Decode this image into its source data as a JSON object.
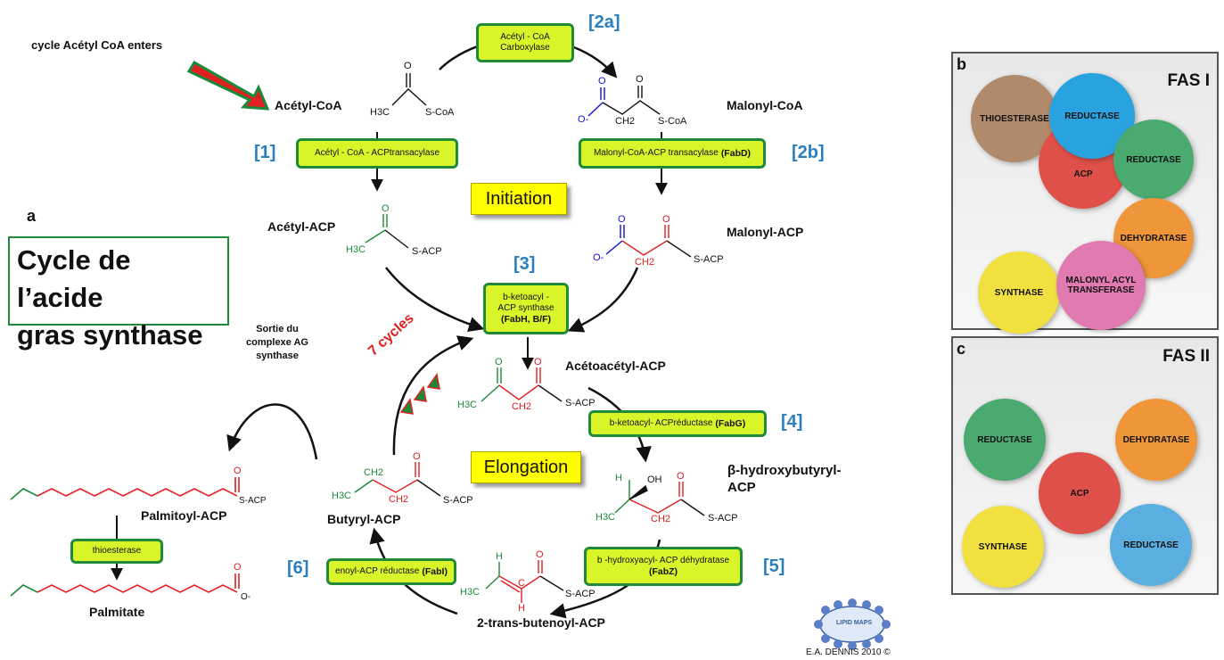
{
  "panel_a": {
    "letter": "a",
    "title_line1": "Cycle de l’acide",
    "title_line2": "gras synthase",
    "entry_text": "cycle Acétyl CoA enters",
    "phases": {
      "initiation": "Initiation",
      "elongation": "Elongation"
    },
    "cycles_label": "7 cycles",
    "exit_line1": "Sortie du",
    "exit_line2": "complexe AG synthase",
    "molecules": {
      "acetyl_coa": "Acétyl-CoA",
      "malonyl_coa": "Malonyl-CoA",
      "acetyl_acp": "Acétyl-ACP",
      "malonyl_acp": "Malonyl-ACP",
      "acetoacetyl_acp": "Acétoacétyl-ACP",
      "hydroxybutyryl_line1": "β-hydroxybutyryl-",
      "hydroxybutyryl_line2": "ACP",
      "butenoyl_acp": "2-trans-butenoyl-ACP",
      "butyryl_acp": "Butyryl-ACP",
      "palmitoyl_acp": "Palmitoyl-ACP",
      "palmitate": "Palmitate"
    },
    "steps": [
      "[1]",
      "[2a]",
      "[2b]",
      "[3]",
      "[4]",
      "[5]",
      "[6]"
    ],
    "enzymes": {
      "carboxylase_l1": "Acétyl - CoA",
      "carboxylase_l2": "Carboxylase",
      "transacylase": "Acétyl - CoA - ACPtransacylase",
      "malonyl_transacylase": "Malonyl-CoA-ACP transacylase",
      "malonyl_transacylase_gene": "(FabD)",
      "ketoacyl_synthase_l1": "b-ketoacyl -",
      "ketoacyl_synthase_l2": "ACP synthase",
      "ketoacyl_synthase_gene": "(FabH, B/F)",
      "ketoacyl_reductase": "b-ketoacyl- ACPréductase",
      "ketoacyl_reductase_gene": "(FabG)",
      "dehydratase_l1": "b -hydroxyacyl- ACP déhydratase",
      "dehydratase_gene": "(FabZ)",
      "enoyl_reductase": "enoyl-ACP réductase",
      "enoyl_reductase_gene": "(FabI)",
      "thioesterase": "thioesterase"
    },
    "chem_text": {
      "s_coa": "S-CoA",
      "s_acp": "S-ACP",
      "h3c": "H3C",
      "ch2": "CH2",
      "oh": "OH",
      "h": "H",
      "o": "O",
      "o_minus": "O-",
      "c": "C"
    },
    "credit": "E.A. DENNIS 2010 ©",
    "logo_text": "LIPID MAPS"
  },
  "panel_b": {
    "letter": "b",
    "title": "FAS I",
    "domains": [
      "THIOESTERASE",
      "REDUCTASE",
      "ACP",
      "REDUCTASE",
      "DEHYDRATASE",
      "SYNTHASE",
      "MALONYL ACYL TRANSFERASE"
    ]
  },
  "panel_c": {
    "letter": "c",
    "title": "FAS II",
    "domains": [
      "REDUCTASE",
      "DEHYDRATASE",
      "ACP",
      "SYNTHASE",
      "REDUCTASE"
    ]
  },
  "colors": {
    "enzyme_fill": "#d9f52a",
    "enzyme_border": "#1e8a3a",
    "step_blue": "#2a7fc0",
    "chain_red": "#e02020",
    "chain_green": "#1a8a3a",
    "chain_blue": "#1010d0",
    "thioesterase": "#b08a6a",
    "reductase_blue": "#29a3e0",
    "acp": "#e0504a",
    "reductase_green": "#4aaa70",
    "dehydratase": "#f0963a",
    "synthase": "#f2e040",
    "malonyl": "#e07ab0"
  }
}
